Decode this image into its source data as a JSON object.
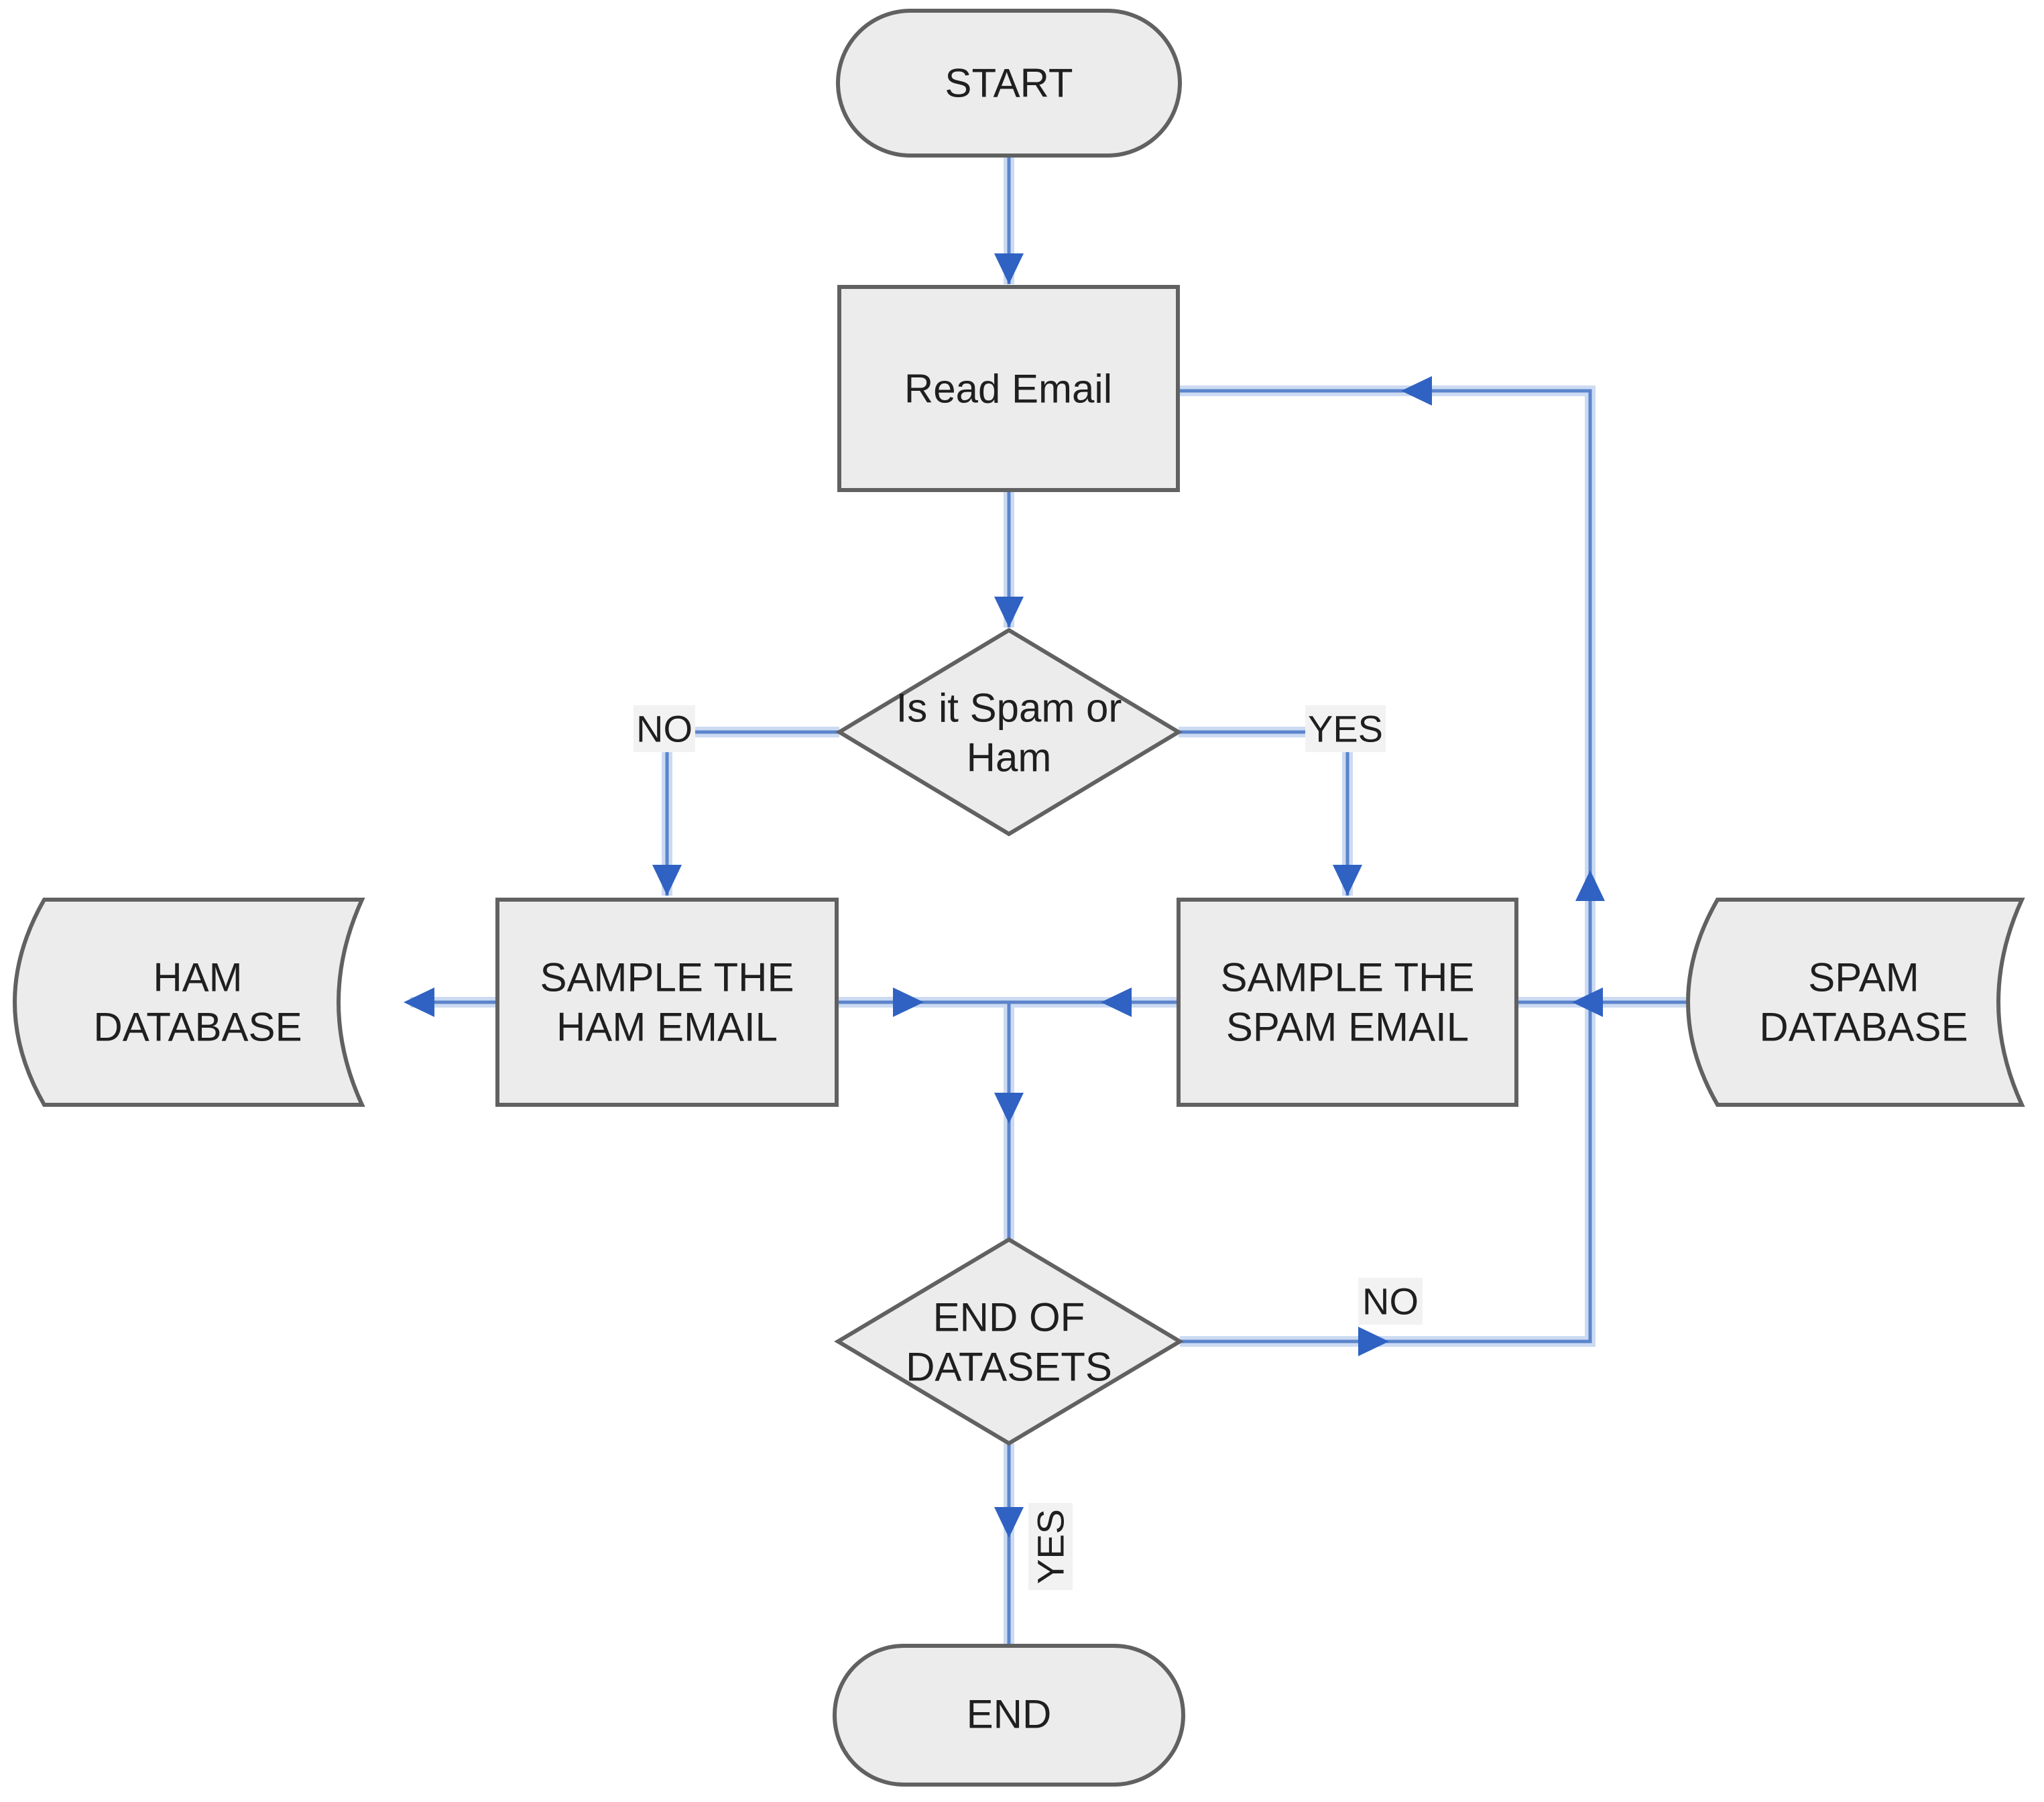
{
  "diagram": {
    "title": "Email spam/ham sampling flowchart",
    "nodes": {
      "start": {
        "type": "terminator",
        "label": "START"
      },
      "read_email": {
        "type": "process",
        "label": "Read Email"
      },
      "spam_or_ham": {
        "type": "decision",
        "line1": "Is it Spam or",
        "line2": "Ham"
      },
      "sample_ham": {
        "type": "process",
        "line1": "SAMPLE THE",
        "line2": "HAM EMAIL"
      },
      "sample_spam": {
        "type": "process",
        "line1": "SAMPLE THE",
        "line2": "SPAM EMAIL"
      },
      "ham_database": {
        "type": "stored-data",
        "line1": "HAM",
        "line2": "DATABASE"
      },
      "spam_database": {
        "type": "stored-data",
        "line1": "SPAM",
        "line2": "DATABASE"
      },
      "end_of_datasets": {
        "type": "decision",
        "line1": "END OF",
        "line2": "DATASETS"
      },
      "end": {
        "type": "terminator",
        "label": "END"
      }
    },
    "edge_labels": {
      "spam_or_ham_no": "NO",
      "spam_or_ham_yes": "YES",
      "end_of_datasets_no": "NO",
      "end_of_datasets_yes": "YES"
    },
    "edges": [
      {
        "from": "start",
        "to": "read_email"
      },
      {
        "from": "read_email",
        "to": "spam_or_ham"
      },
      {
        "from": "spam_or_ham",
        "to": "sample_ham",
        "label": "NO"
      },
      {
        "from": "spam_or_ham",
        "to": "sample_spam",
        "label": "YES"
      },
      {
        "from": "sample_ham",
        "to": "ham_database"
      },
      {
        "from": "spam_database",
        "to": "sample_spam"
      },
      {
        "from": "sample_ham",
        "to": "end_of_datasets"
      },
      {
        "from": "sample_spam",
        "to": "end_of_datasets"
      },
      {
        "from": "end_of_datasets",
        "to": "read_email",
        "label": "NO"
      },
      {
        "from": "end_of_datasets",
        "to": "end",
        "label": "YES"
      }
    ],
    "colors": {
      "node_fill": "#ececec",
      "node_stroke": "#616161",
      "edge_core": "#5b84cc",
      "edge_halo": "#ccdbf2",
      "arrow_fill": "#2f62c2",
      "text_color": "#1f1f1f",
      "label_bg": "#f2f2f2",
      "canvas_bg": "#ffffff"
    }
  }
}
